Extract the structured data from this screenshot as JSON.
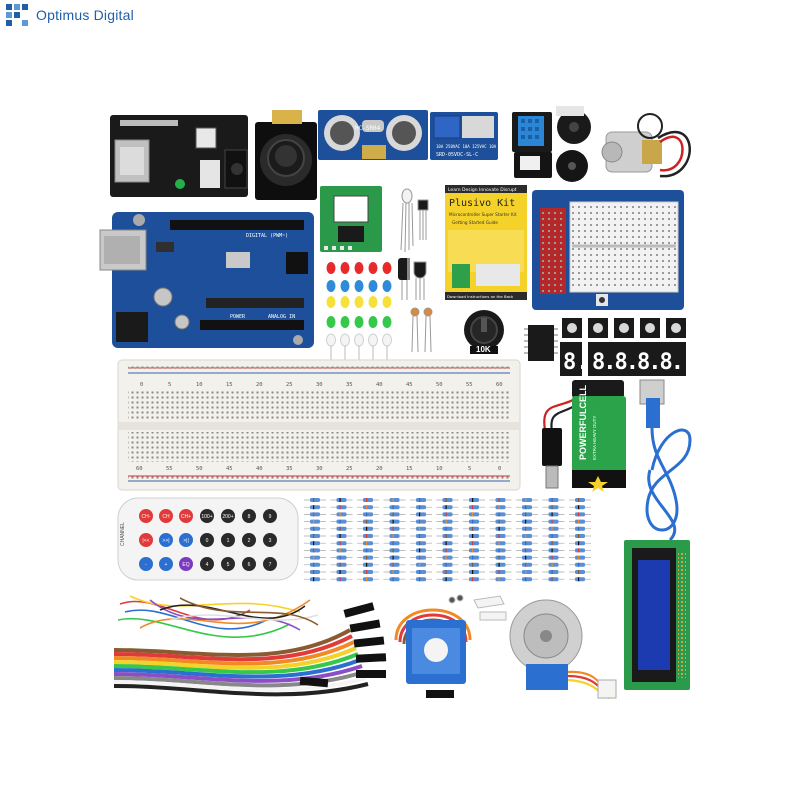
{
  "brand": {
    "name": "Optimus Digital",
    "color": "#1f5fa8"
  },
  "kit_card": {
    "tagline_parts": [
      "Learn",
      "Design",
      "Innovate",
      "Disrupt"
    ],
    "title": "Plusivo Kit",
    "subtitle": "Microcontroller Super Starter Kit",
    "subtitle2": "Getting Started Guide",
    "footer": "Download Instructions on the Back"
  },
  "components": {
    "ultrasonic_label": "HC-SR04",
    "relay_label": "SRD-05VDC-SL-C",
    "relay_specs": "10A 250VAC 10A 125VAC 10A 30VDC 10A 28VDC",
    "arduino_label": "DIGITAL (PWM~)",
    "arduino_power": "POWER",
    "arduino_analog": "ANALOG IN",
    "pot_label": "10K",
    "seven_seg_single": "8.",
    "seven_seg_quad": "8.8.8.8.",
    "battery_brand": "POWERFULCELL",
    "battery_sub": "EXTRA HEAVY DUTY",
    "remote_channel": "CHANNEL",
    "remote_buttons": [
      "CH-",
      "CH",
      "CH+",
      "|<<",
      ">>|",
      ">||",
      "-",
      "+",
      "EQ",
      "0",
      "100+",
      "200+",
      "1",
      "2",
      "3",
      "4",
      "5",
      "6",
      "7",
      "8",
      "9"
    ]
  },
  "breadboard_numbers_top": [
    "0",
    "5",
    "10",
    "15",
    "20",
    "25",
    "30",
    "35",
    "40",
    "45",
    "50",
    "55",
    "60"
  ],
  "breadboard_numbers_bottom": [
    "60",
    "55",
    "50",
    "45",
    "40",
    "35",
    "30",
    "25",
    "20",
    "15",
    "10",
    "5",
    "0"
  ],
  "colors": {
    "pcb_blue": "#1d4f9a",
    "pcb_dark": "#0e2f6b",
    "black_board": "#1a1a1a",
    "breadboard": "#f3f1ec",
    "breadboard_rail_red": "#d9342b",
    "breadboard_rail_blue": "#2f62b0",
    "lcd_blue": "#1c3bb0",
    "servo_blue": "#2b6fd1",
    "kit_yellow": "#f5d22a"
  }
}
